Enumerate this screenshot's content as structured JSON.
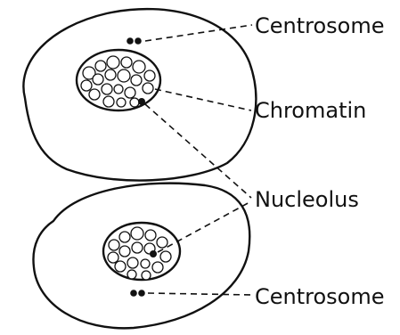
{
  "labels": {
    "centrosome_top": "Centrosome",
    "chromatin": "Chromatin",
    "nucleolus": "Nucleolus",
    "centrosome_bottom": "Centrosome"
  },
  "colors": {
    "ink": "#111111",
    "paper": "#ffffff"
  }
}
